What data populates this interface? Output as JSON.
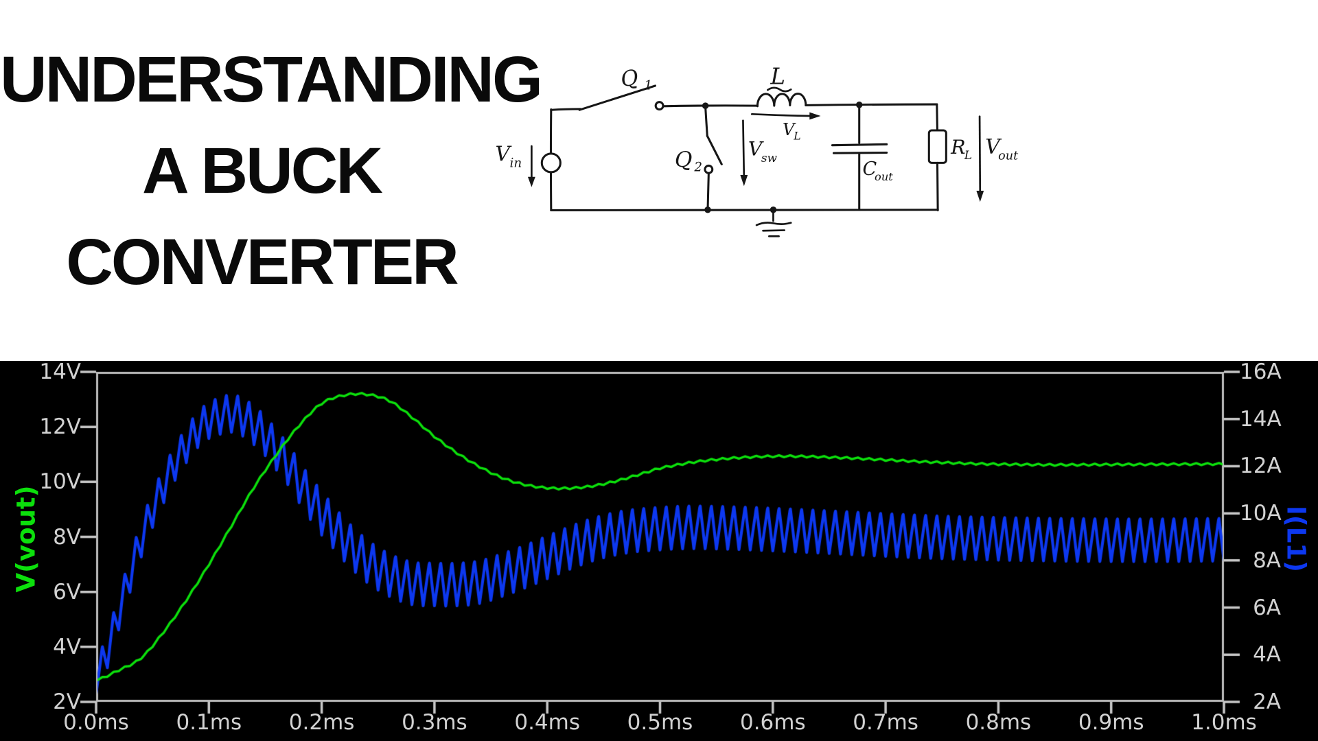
{
  "title": {
    "lines": [
      "UNDERSTANDING",
      "A BUCK",
      "CONVERTER"
    ]
  },
  "circuit": {
    "labels": {
      "vin": {
        "main": "V",
        "sub": "in"
      },
      "q1": {
        "main": "Q",
        "sub": "1"
      },
      "q2": {
        "main": "Q",
        "sub": "2"
      },
      "vsw": {
        "main": "V",
        "sub": "sw"
      },
      "l": {
        "main": "L",
        "sub": ""
      },
      "vl": {
        "main": "V",
        "sub": "L"
      },
      "cout": {
        "main": "C",
        "sub": "out"
      },
      "rl": {
        "main": "R",
        "sub": "L"
      },
      "vout": {
        "main": "V",
        "sub": "out"
      }
    }
  },
  "chart_data": {
    "type": "line",
    "background": "#000000",
    "plot_border_color": "#bdbdbd",
    "tick_color": "#c8c8c8",
    "tick_label_color": "#d2d2d2",
    "switching_period_ms": 0.01,
    "x_axis": {
      "range_ms": [
        0,
        1
      ],
      "tick_labels": [
        "0.0ms",
        "0.1ms",
        "0.2ms",
        "0.3ms",
        "0.4ms",
        "0.5ms",
        "0.6ms",
        "0.7ms",
        "0.8ms",
        "0.9ms",
        "1.0ms"
      ]
    },
    "left_axis": {
      "label": "V(vout)",
      "color": "#0ce00c",
      "range": [
        2,
        14
      ],
      "tick_labels_top_to_bottom": [
        "14V",
        "12V",
        "10V",
        "8V",
        "6V",
        "4V",
        "2V"
      ]
    },
    "right_axis": {
      "label": "I(L1)",
      "color": "#0d38f0",
      "range": [
        2,
        16
      ],
      "tick_labels_top_to_bottom": [
        "16A",
        "14A",
        "12A",
        "10A",
        "8A",
        "6A",
        "4A",
        "2A"
      ]
    },
    "series": [
      {
        "name": "I(L1)",
        "axis": "right",
        "color": "#0d38f0",
        "line_width": 4.2,
        "ripple_pp_early": 1.5,
        "ripple_pp_late": 1.85,
        "ripple_ramp_ms": [
          0.08,
          0.2
        ],
        "ripple_rise_fraction": 0.55,
        "center_points": [
          [
            0.0,
            3.1
          ],
          [
            0.01,
            4.2
          ],
          [
            0.02,
            5.8
          ],
          [
            0.03,
            7.4
          ],
          [
            0.04,
            8.9
          ],
          [
            0.05,
            10.15
          ],
          [
            0.06,
            11.2
          ],
          [
            0.07,
            12.15
          ],
          [
            0.08,
            12.9
          ],
          [
            0.09,
            13.55
          ],
          [
            0.1,
            13.95
          ],
          [
            0.11,
            14.15
          ],
          [
            0.12,
            14.25
          ],
          [
            0.13,
            14.1
          ],
          [
            0.14,
            13.75
          ],
          [
            0.15,
            13.3
          ],
          [
            0.16,
            12.7
          ],
          [
            0.17,
            12.1
          ],
          [
            0.18,
            11.35
          ],
          [
            0.19,
            10.65
          ],
          [
            0.2,
            10.0
          ],
          [
            0.22,
            8.9
          ],
          [
            0.24,
            8.0
          ],
          [
            0.26,
            7.4
          ],
          [
            0.28,
            7.05
          ],
          [
            0.3,
            7.0
          ],
          [
            0.32,
            7.0
          ],
          [
            0.34,
            7.1
          ],
          [
            0.36,
            7.4
          ],
          [
            0.38,
            7.75
          ],
          [
            0.4,
            8.15
          ],
          [
            0.42,
            8.55
          ],
          [
            0.44,
            8.9
          ],
          [
            0.46,
            9.15
          ],
          [
            0.48,
            9.3
          ],
          [
            0.52,
            9.42
          ],
          [
            0.56,
            9.4
          ],
          [
            0.6,
            9.33
          ],
          [
            0.65,
            9.22
          ],
          [
            0.7,
            9.1
          ],
          [
            0.75,
            9.0
          ],
          [
            0.8,
            8.94
          ],
          [
            0.85,
            8.9
          ],
          [
            0.9,
            8.88
          ],
          [
            0.95,
            8.88
          ],
          [
            1.0,
            8.9
          ]
        ]
      },
      {
        "name": "V(vout)",
        "axis": "left",
        "color": "#0ce00c",
        "line_width": 3.4,
        "ripple_pp": 0.07,
        "ripple_rise_fraction": 0.55,
        "points": [
          [
            0.0,
            2.8
          ],
          [
            0.02,
            3.15
          ],
          [
            0.04,
            3.6
          ],
          [
            0.06,
            4.55
          ],
          [
            0.08,
            5.7
          ],
          [
            0.1,
            7.0
          ],
          [
            0.12,
            8.4
          ],
          [
            0.14,
            9.8
          ],
          [
            0.16,
            11.0
          ],
          [
            0.18,
            12.05
          ],
          [
            0.2,
            12.85
          ],
          [
            0.22,
            13.15
          ],
          [
            0.24,
            13.18
          ],
          [
            0.26,
            12.95
          ],
          [
            0.28,
            12.35
          ],
          [
            0.3,
            11.65
          ],
          [
            0.32,
            11.05
          ],
          [
            0.34,
            10.55
          ],
          [
            0.36,
            10.15
          ],
          [
            0.38,
            9.9
          ],
          [
            0.4,
            9.78
          ],
          [
            0.42,
            9.77
          ],
          [
            0.44,
            9.85
          ],
          [
            0.46,
            10.02
          ],
          [
            0.48,
            10.25
          ],
          [
            0.5,
            10.5
          ],
          [
            0.53,
            10.72
          ],
          [
            0.56,
            10.85
          ],
          [
            0.59,
            10.92
          ],
          [
            0.62,
            10.93
          ],
          [
            0.66,
            10.88
          ],
          [
            0.7,
            10.8
          ],
          [
            0.74,
            10.72
          ],
          [
            0.78,
            10.66
          ],
          [
            0.82,
            10.63
          ],
          [
            0.86,
            10.62
          ],
          [
            0.9,
            10.63
          ],
          [
            0.95,
            10.64
          ],
          [
            1.0,
            10.65
          ]
        ]
      }
    ]
  }
}
